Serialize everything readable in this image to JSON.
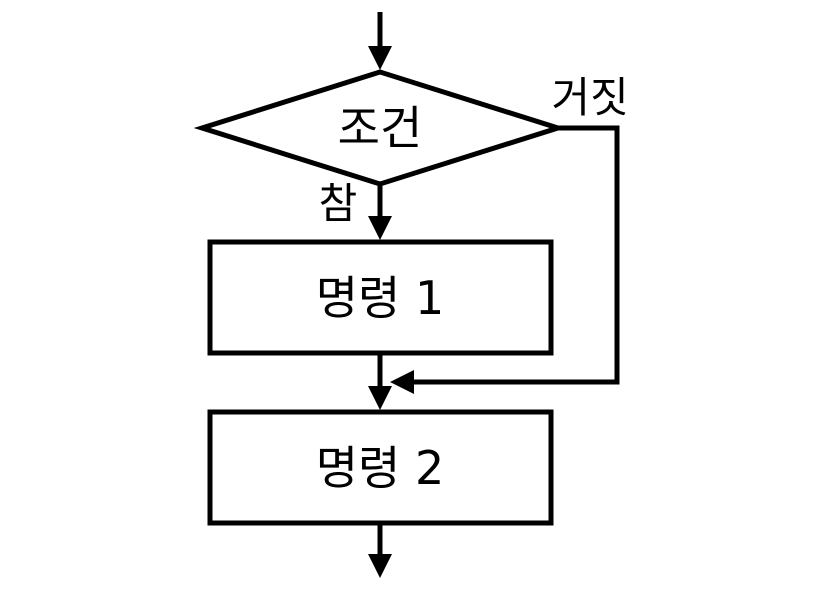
{
  "diagram": {
    "type": "flowchart",
    "nodes": {
      "condition": {
        "shape": "diamond",
        "label": "조건"
      },
      "command1": {
        "shape": "rectangle",
        "label": "명령 1"
      },
      "command2": {
        "shape": "rectangle",
        "label": "명령 2"
      }
    },
    "edges": {
      "true_label": "참",
      "false_label": "거짓"
    },
    "colors": {
      "stroke": "#000000",
      "fill": "#ffffff"
    }
  }
}
